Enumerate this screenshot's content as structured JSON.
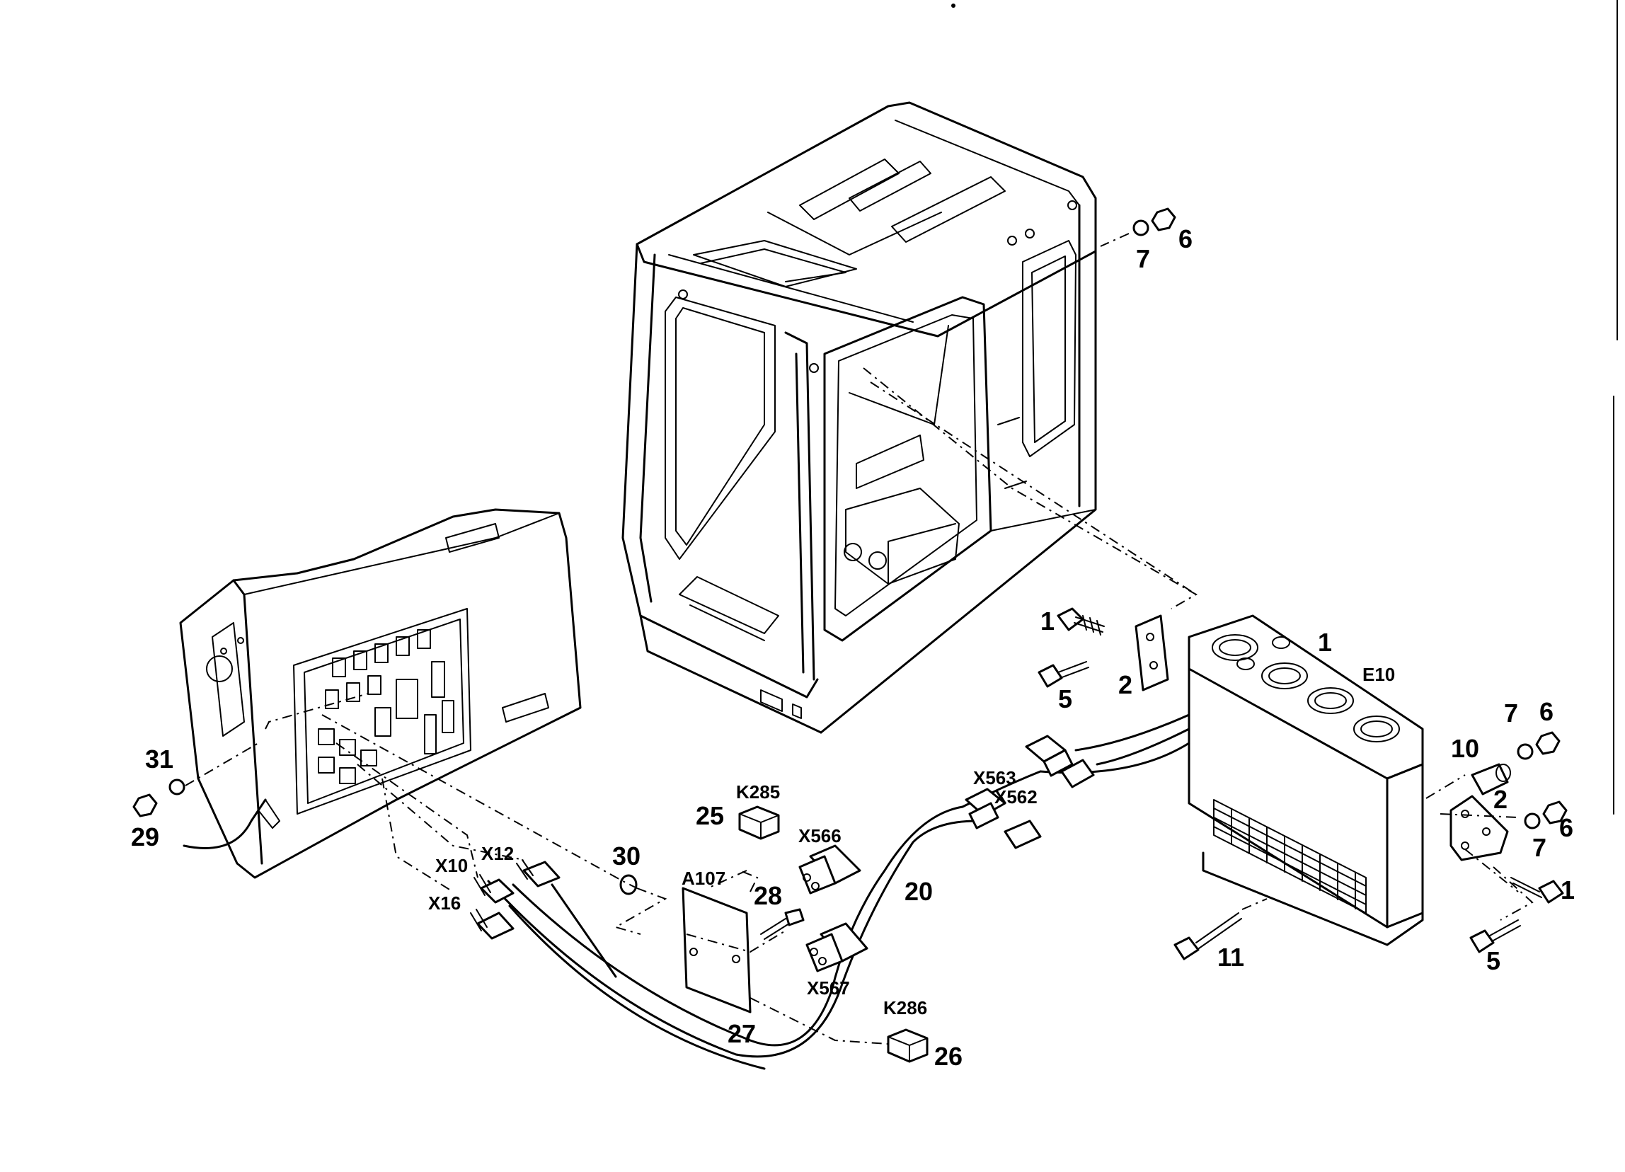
{
  "callouts": {
    "c1a": "1",
    "c1b": "1",
    "c1c": "1",
    "c2a": "2",
    "c2b": "2",
    "c5a": "5",
    "c5b": "5",
    "c6a": "6",
    "c6b": "6",
    "c6c": "6",
    "c7a": "7",
    "c7b": "7",
    "c7c": "7",
    "c10": "10",
    "c11": "11",
    "c20": "20",
    "c25": "25",
    "c26": "26",
    "c27": "27",
    "c28": "28",
    "c29": "29",
    "c30": "30",
    "c31": "31"
  },
  "designators": {
    "e10": "E10",
    "k285": "K285",
    "k286": "K286",
    "a107": "A107",
    "x563": "X563",
    "x562": "X562",
    "x566": "X566",
    "x567": "X567",
    "x10": "X10",
    "x12": "X12",
    "x16": "X16"
  }
}
